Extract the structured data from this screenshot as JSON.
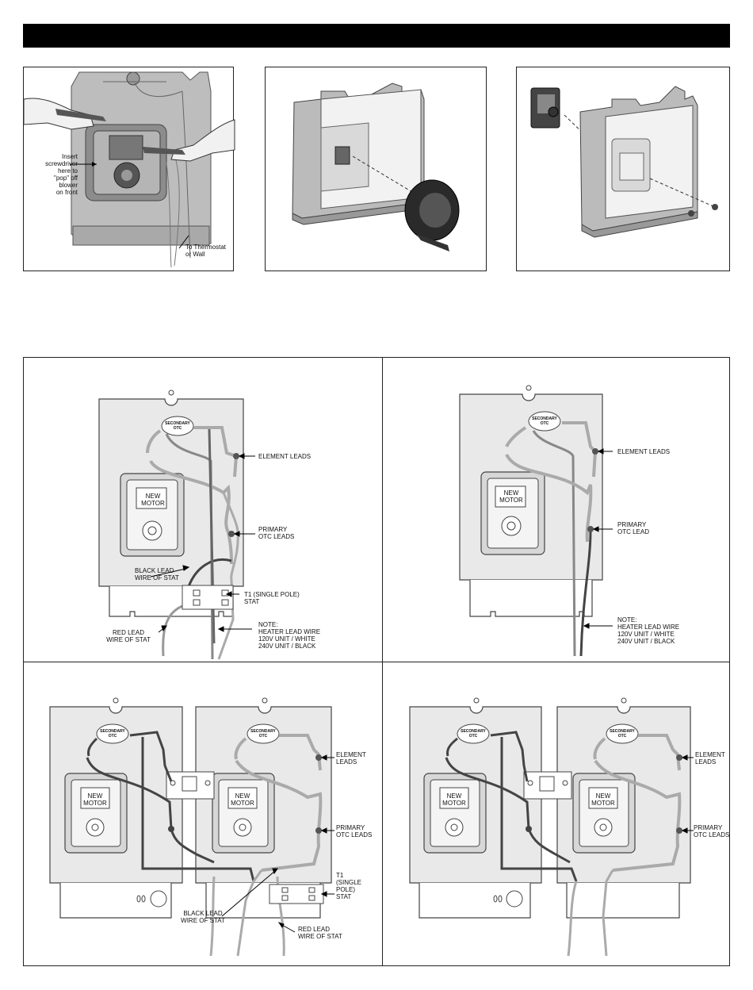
{
  "photo1": {
    "screwdriver_note": "Insert\nscrewdriver\nhere to\n\"pop\" off\nblower\non front",
    "thermostat_note": "To Thermostat\nor Wall"
  },
  "diagrams": {
    "d1": {
      "secondary_otc": "SECONDARY\nOTC",
      "motor": "NEW\nMOTOR",
      "element_leads": "ELEMENT LEADS",
      "primary_otc": "PRIMARY\nOTC LEADS",
      "black_lead": "BLACK LEAD\nWIRE OF STAT",
      "t1": "T1 (SINGLE POLE)\nSTAT",
      "red_lead": "RED LEAD\nWIRE OF STAT",
      "note": "NOTE:\nHEATER LEAD WIRE\n120V UNIT / WHITE\n240V UNIT / BLACK"
    },
    "d2": {
      "secondary_otc": "SECONDARY\nOTC",
      "motor": "NEW\nMOTOR",
      "element_leads": "ELEMENT LEADS",
      "primary_otc": "PRIMARY\nOTC LEAD",
      "note": "NOTE:\nHEATER LEAD WIRE\n120V UNIT / WHITE\n240V UNIT / BLACK"
    },
    "d3": {
      "secondary_otc_left": "SECONDARY\nOTC",
      "secondary_otc_right": "SECONDARY\nOTC",
      "motor_left": "NEW\nMOTOR",
      "motor_right": "NEW\nMOTOR",
      "element_leads": "ELEMENT\nLEADS",
      "primary_otc": "PRIMARY\nOTC LEADS",
      "t1": "T1\n(SINGLE\nPOLE)\nSTAT",
      "black_lead": "BLACK LEAD\nWIRE OF STAT",
      "red_lead": "RED LEAD\nWIRE OF STAT"
    },
    "d4": {
      "secondary_otc_left": "SECONDARY\nOTC",
      "secondary_otc_right": "SECONDARY\nOTC",
      "motor_left": "NEW\nMOTOR",
      "motor_right": "NEW\nMOTOR",
      "element_leads": "ELEMENT\nLEADS",
      "primary_otc": "PRIMARY\nOTC LEADS"
    }
  }
}
